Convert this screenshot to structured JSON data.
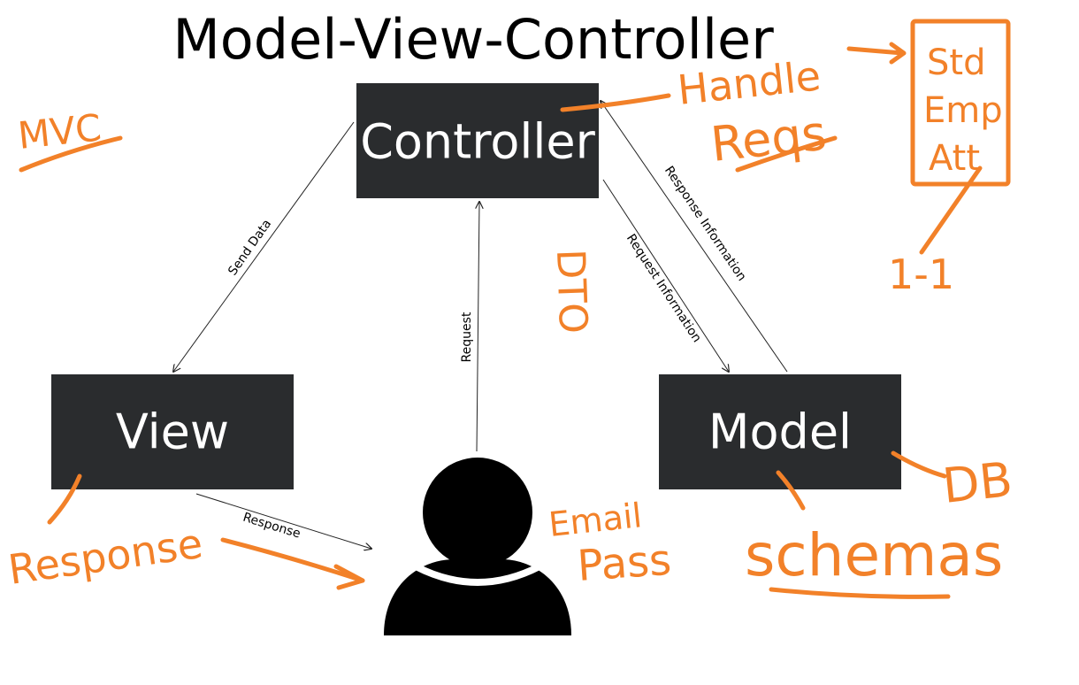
{
  "diagram": {
    "title": "Model-View-Controller",
    "nodes": {
      "controller": "Controller",
      "view": "View",
      "model": "Model"
    },
    "edges": {
      "send_data": "Send Data",
      "request": "Request",
      "request_information": "Request Information",
      "response_information": "Response Information",
      "response": "Response"
    }
  },
  "annotations": {
    "mvc": "MVC",
    "handle": "Handle",
    "reqs": "Reqs",
    "std": "Std",
    "emp": "Emp",
    "att": "Att",
    "one_to_one": "1-1",
    "dto": "DTO",
    "db": "DB",
    "schemas": "schemas",
    "email": "Email",
    "pass": "Pass",
    "response": "Response"
  },
  "colors": {
    "box_fill": "#2a2c2e",
    "box_text": "#ffffff",
    "annotation_ink": "#f28129",
    "line": "#222222"
  },
  "icons": {
    "user": "user-icon"
  }
}
